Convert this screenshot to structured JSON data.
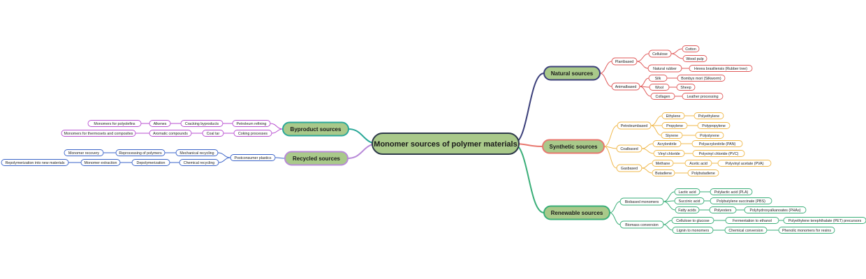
{
  "root": {
    "label": "Monomer sources of polymer materials",
    "fill": "#a9c98a",
    "stroke": "#2e3a4a"
  },
  "branches": [
    {
      "id": "natural",
      "label": "Natural sources",
      "color": "#3b3f7a",
      "childColor": "#e05a5a",
      "children": [
        {
          "label": "Plantbased",
          "children": [
            {
              "label": "Cellulose",
              "children": [
                {
                  "label": "Cotton"
                },
                {
                  "label": "Wood pulp"
                }
              ]
            },
            {
              "label": "Natural rubber",
              "children": [
                {
                  "label": "Hevea brasiliensis (Rubber tree)"
                }
              ]
            }
          ]
        },
        {
          "label": "Animalbased",
          "children": [
            {
              "label": "Silk",
              "children": [
                {
                  "label": "Bombyx mori (Silkworm)"
                }
              ]
            },
            {
              "label": "Wool",
              "children": [
                {
                  "label": "Sheep"
                }
              ]
            },
            {
              "label": "Collagen",
              "children": [
                {
                  "label": "Leather processing"
                }
              ]
            }
          ]
        }
      ]
    },
    {
      "id": "synthetic",
      "label": "Synthetic sources",
      "color": "#e8776e",
      "childColor": "#f0b84a",
      "children": [
        {
          "label": "Petroleumbased",
          "children": [
            {
              "label": "Ethylene",
              "children": [
                {
                  "label": "Polyethylene"
                }
              ]
            },
            {
              "label": "Propylene",
              "children": [
                {
                  "label": "Polypropylene"
                }
              ]
            },
            {
              "label": "Styrene",
              "children": [
                {
                  "label": "Polystyrene"
                }
              ]
            }
          ]
        },
        {
          "label": "Coalbased",
          "children": [
            {
              "label": "Acrylonitrile",
              "children": [
                {
                  "label": "Polyacrylonitrile (PAN)"
                }
              ]
            },
            {
              "label": "Vinyl chloride",
              "children": [
                {
                  "label": "Polyvinyl chloride (PVC)"
                }
              ]
            }
          ]
        },
        {
          "label": "Gasbased",
          "children": [
            {
              "label": "Methane",
              "children": [
                {
                  "label": "Acetic acid",
                  "children": [
                    {
                      "label": "Polyvinyl acetate (PVA)"
                    }
                  ]
                }
              ]
            },
            {
              "label": "Butadiene",
              "children": [
                {
                  "label": "Polybutadiene"
                }
              ]
            }
          ]
        }
      ]
    },
    {
      "id": "renewable",
      "label": "Renewable sources",
      "color": "#3aae78",
      "childColor": "#3aae78",
      "children": [
        {
          "label": "Biobased monomers",
          "children": [
            {
              "label": "Lactic acid",
              "children": [
                {
                  "label": "Polylactic acid (PLA)"
                }
              ]
            },
            {
              "label": "Succinic acid",
              "children": [
                {
                  "label": "Polybutylene succinate (PBS)"
                }
              ]
            },
            {
              "label": "Fatty acids",
              "children": [
                {
                  "label": "Polyesters",
                  "children": [
                    {
                      "label": "Polyhydroxyalkanoates (PHAs)"
                    }
                  ]
                }
              ]
            }
          ]
        },
        {
          "label": "Biomass conversion",
          "children": [
            {
              "label": "Cellulose to glucose",
              "children": [
                {
                  "label": "Fermentation to ethanol",
                  "children": [
                    {
                      "label": "Polyethylene terephthalate (PET) precursors"
                    }
                  ]
                }
              ]
            },
            {
              "label": "Lignin to monomers",
              "children": [
                {
                  "label": "Chemical conversion",
                  "children": [
                    {
                      "label": "Phenolic monomers for resins"
                    }
                  ]
                }
              ]
            }
          ]
        }
      ]
    },
    {
      "id": "byproduct",
      "label": "Byproduct sources",
      "color": "#2aa898",
      "childColor": "#b84fd0",
      "children": [
        {
          "label": "Petroleum refining",
          "children": [
            {
              "label": "Cracking byproducts",
              "children": [
                {
                  "label": "Alkenes",
                  "children": [
                    {
                      "label": "Monomers for polyolefins"
                    }
                  ]
                }
              ]
            }
          ]
        },
        {
          "label": "Coking processes",
          "children": [
            {
              "label": "Coal tar",
              "children": [
                {
                  "label": "Aromatic compounds",
                  "children": [
                    {
                      "label": "Monomers for thermosets and composites"
                    }
                  ]
                }
              ]
            }
          ]
        }
      ]
    },
    {
      "id": "recycled",
      "label": "Recycled sources",
      "color": "#b88ad8",
      "childColor": "#3a63c8",
      "children": [
        {
          "label": "Postconsumer plastics",
          "children": [
            {
              "label": "Mechanical recycling",
              "children": [
                {
                  "label": "Reprocessing of polymers",
                  "children": [
                    {
                      "label": "Monomer recovery"
                    }
                  ]
                }
              ]
            },
            {
              "label": "Chemical recycling",
              "children": [
                {
                  "label": "Depolymerization",
                  "children": [
                    {
                      "label": "Monomer extraction",
                      "children": [
                        {
                          "label": "Repolymerization into new materials"
                        }
                      ]
                    }
                  ]
                }
              ]
            }
          ]
        }
      ]
    }
  ]
}
